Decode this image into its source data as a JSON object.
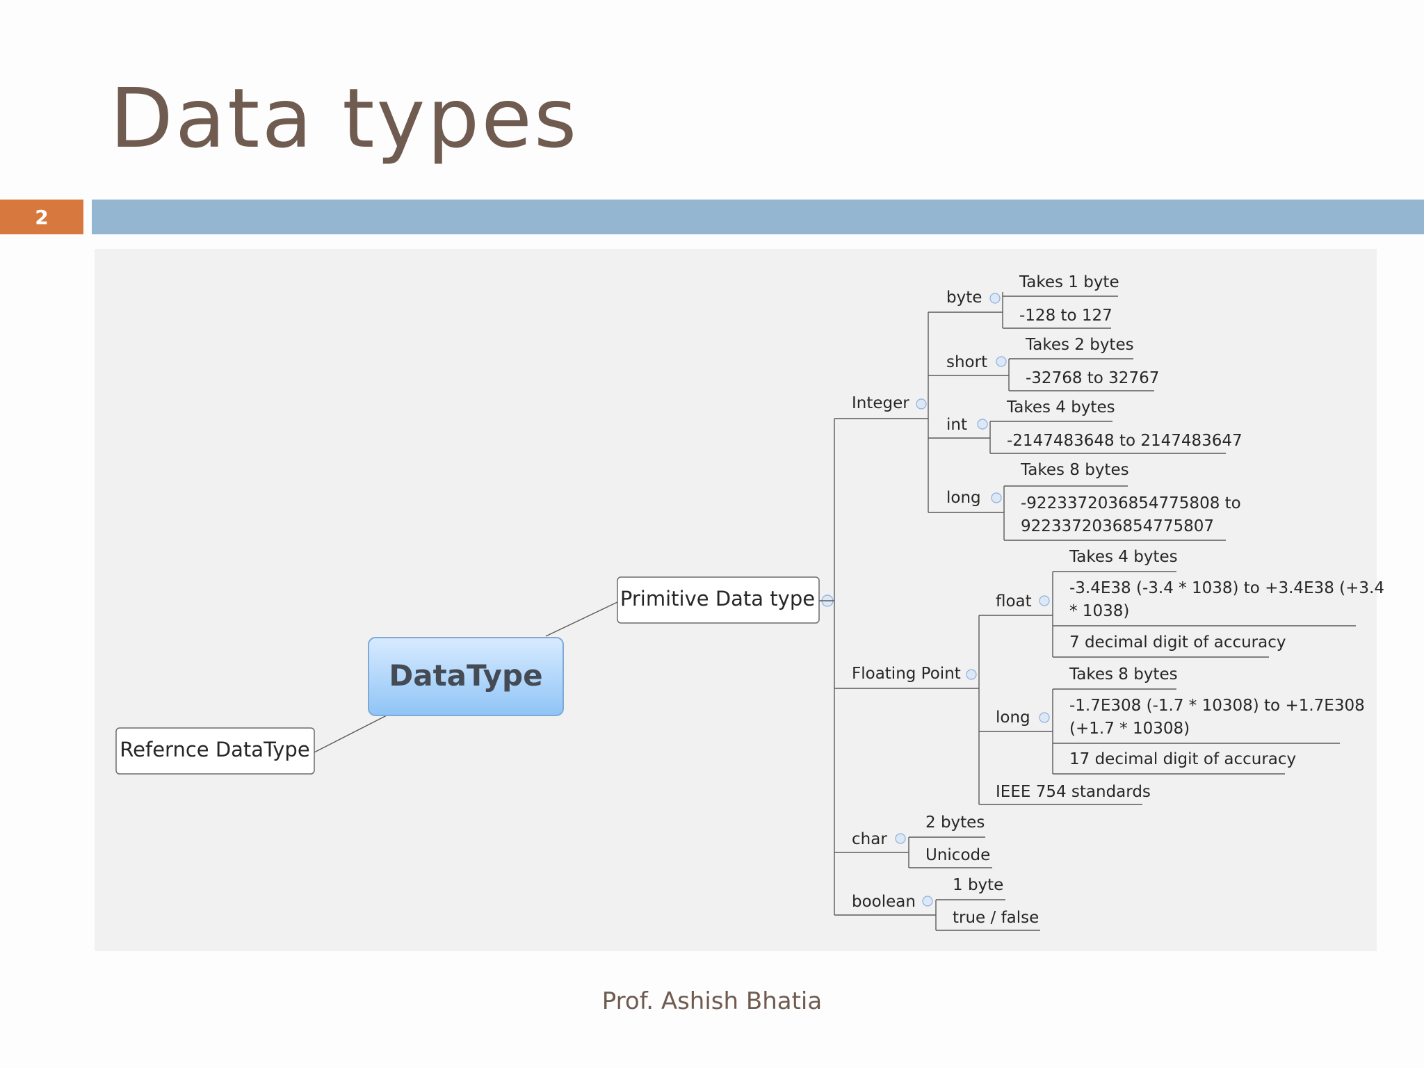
{
  "slide": {
    "title": "Data types",
    "number": "2",
    "footer": "Prof. Ashish Bhatia"
  },
  "mindmap": {
    "root": "DataType",
    "reference": "Refernce DataType",
    "primitive": "Primitive Data type",
    "integer": {
      "label": "Integer",
      "byte": {
        "label": "byte",
        "size": "Takes 1 byte",
        "range": "-128 to 127"
      },
      "short": {
        "label": "short",
        "size": "Takes 2 bytes",
        "range": "-32768 to 32767"
      },
      "int": {
        "label": "int",
        "size": "Takes 4 bytes",
        "range": "-2147483648 to 2147483647"
      },
      "long": {
        "label": "long",
        "size": "Takes 8 bytes",
        "range_1": "-9223372036854775808 to",
        "range_2": "9223372036854775807"
      }
    },
    "floating": {
      "label": "Floating Point",
      "float": {
        "label": "float",
        "size": "Takes 4 bytes",
        "range_1": "-3.4E38 (-3.4 * 1038) to +3.4E38 (+3.4",
        "range_2": "* 1038)",
        "accuracy": "7 decimal digit of accuracy"
      },
      "long": {
        "label": "long",
        "size": "Takes 8 bytes",
        "range_1": "-1.7E308 (-1.7 * 10308) to +1.7E308",
        "range_2": "(+1.7 * 10308)",
        "accuracy": "17 decimal digit of accuracy"
      },
      "ieee": "IEEE 754 standards"
    },
    "char": {
      "label": "char",
      "size": "2 bytes",
      "encoding": "Unicode"
    },
    "boolean": {
      "label": "boolean",
      "size": "1 byte",
      "values": "true / false"
    }
  }
}
